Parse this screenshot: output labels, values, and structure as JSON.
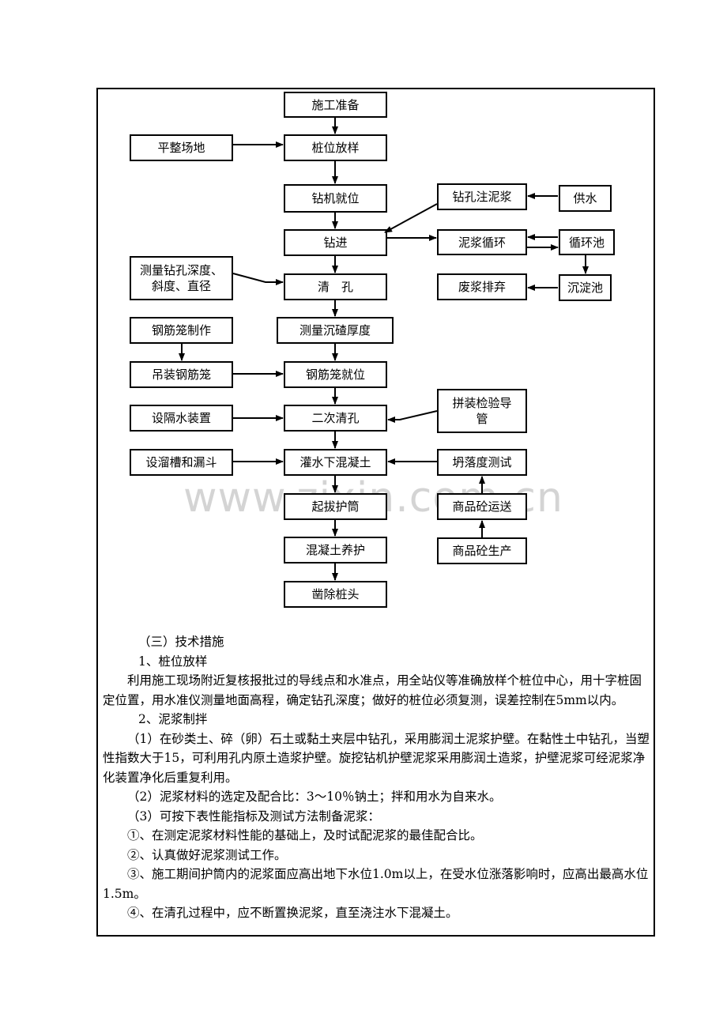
{
  "watermark": "www.zixin.com.cn",
  "flowchart": {
    "nodes": {
      "n01": "施工准备",
      "n02": "平整场地",
      "n03": "桩位放样",
      "n04": "钻机就位",
      "n05": "钻孔注泥浆",
      "n06": "供水",
      "n07": "钻进",
      "n08": "泥浆循环",
      "n09": "循环池",
      "n10": "测量钻孔深度、斜度、直径",
      "n11": "清　孔",
      "n12": "废浆排弃",
      "n13": "沉淀池",
      "n14": "钢筋笼制作",
      "n15": "测量沉碴厚度",
      "n16": "吊装钢筋笼",
      "n17": "钢筋笼就位",
      "n18": "设隔水装置",
      "n19": "二次清孔",
      "n20": "拼装检验导管",
      "n21": "设溜槽和漏斗",
      "n22": "灌水下混凝土",
      "n23": "坍落度测试",
      "n24": "起拔护筒",
      "n25": "商品砼运送",
      "n26": "混凝土养护",
      "n27": "商品砼生产",
      "n28": "凿除桩头"
    }
  },
  "section": {
    "heading": "（三）技术措施",
    "item1_title": "1、桩位放样",
    "item1_body": "利用施工现场附近复核报批过的导线点和水准点，用全站仪等准确放样个桩位中心，用十字桩固定位置，用水准仪测量地面高程，确定钻孔深度；做好的桩位必须复测，误差控制在5mm以内。",
    "item2_title": "2、泥浆制拌",
    "p1": "（1）在砂类土、碎（卵）石土或黏土夹层中钻孔，采用膨润土泥浆护壁。在黏性土中钻孔，当塑性指数大于15，可利用孔内原土造浆护壁。旋挖钻机护壁泥浆采用膨润土造浆，护壁泥浆可经泥浆净化装置净化后重复利用。",
    "p2": "（2）泥浆材料的选定及配合比：3～10％钠土；拌和用水为自来水。",
    "p3": "（3）可按下表性能指标及测试方法制备泥浆：",
    "b1": "①、在测定泥浆材料性能的基础上，及时试配泥浆的最佳配合比。",
    "b2": "②、认真做好泥浆测试工作。",
    "b3": "③、施工期间护筒内的泥浆面应高出地下水位1.0m以上，在受水位涨落影响时，应高出最高水位1.5m。",
    "b4": "④、在清孔过程中，应不断置换泥浆，直至浇注水下混凝土。"
  }
}
